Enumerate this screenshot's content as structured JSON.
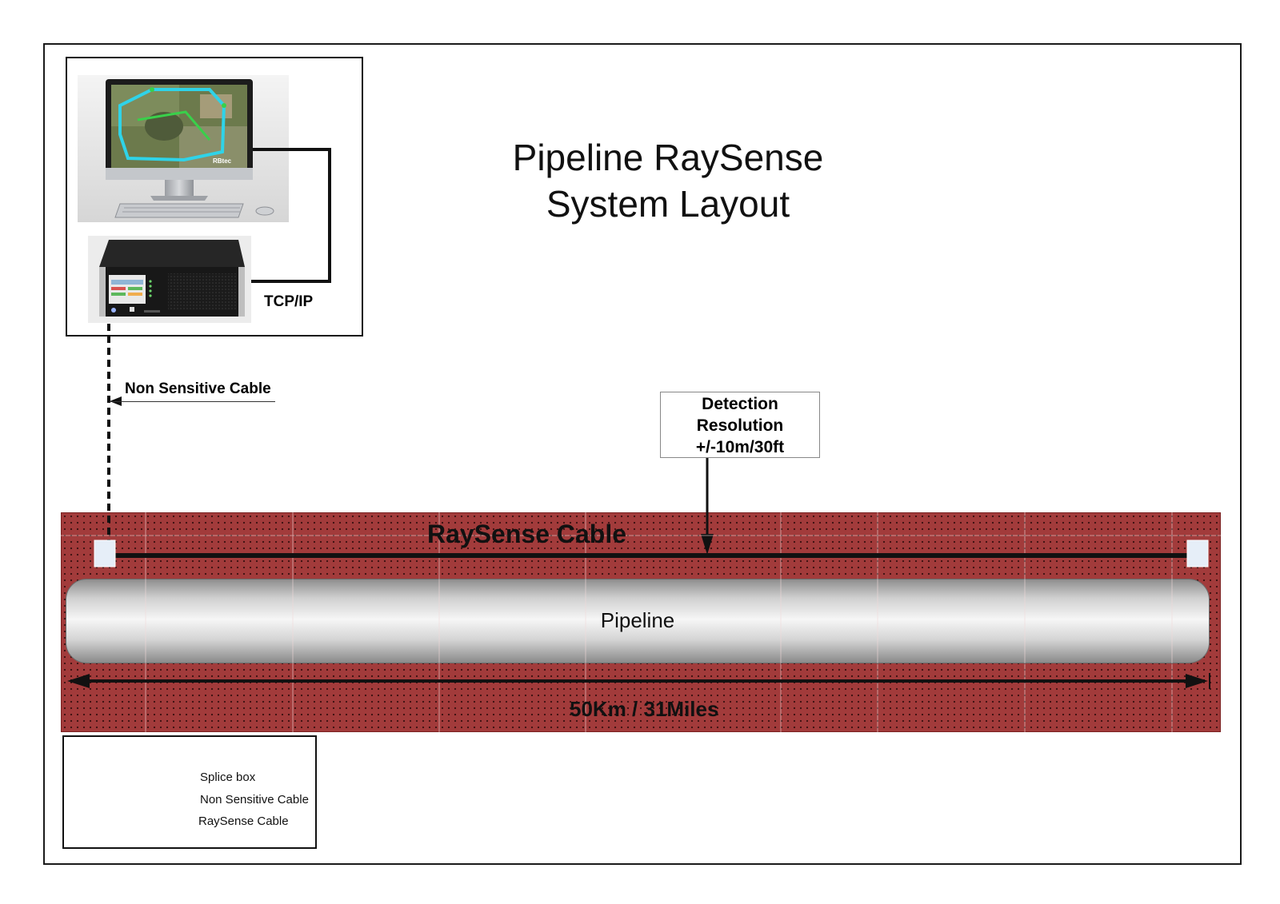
{
  "title": {
    "line1": "Pipeline RaySense",
    "line2": "System Layout"
  },
  "labels": {
    "tcp_ip": "TCP/IP",
    "non_sensitive_cable": "Non Sensitive Cable",
    "detection_line1": "Detection",
    "detection_line2": "Resolution",
    "detection_line3": "+/-10m/30ft",
    "raysense_cable": "RaySense Cable",
    "pipeline": "Pipeline",
    "distance": "50Km / 31Miles"
  },
  "monitor": {
    "brand_text": "RBtec"
  },
  "legend": {
    "splice_box": "Splice box",
    "non_sensitive_cable": "Non Sensitive Cable",
    "raysense_cable": "RaySense Cable"
  },
  "colors": {
    "ground": "#a23b3b",
    "splice_box": "#e6eef8",
    "cable": "#111111",
    "route_line": "#2fd3e8"
  }
}
